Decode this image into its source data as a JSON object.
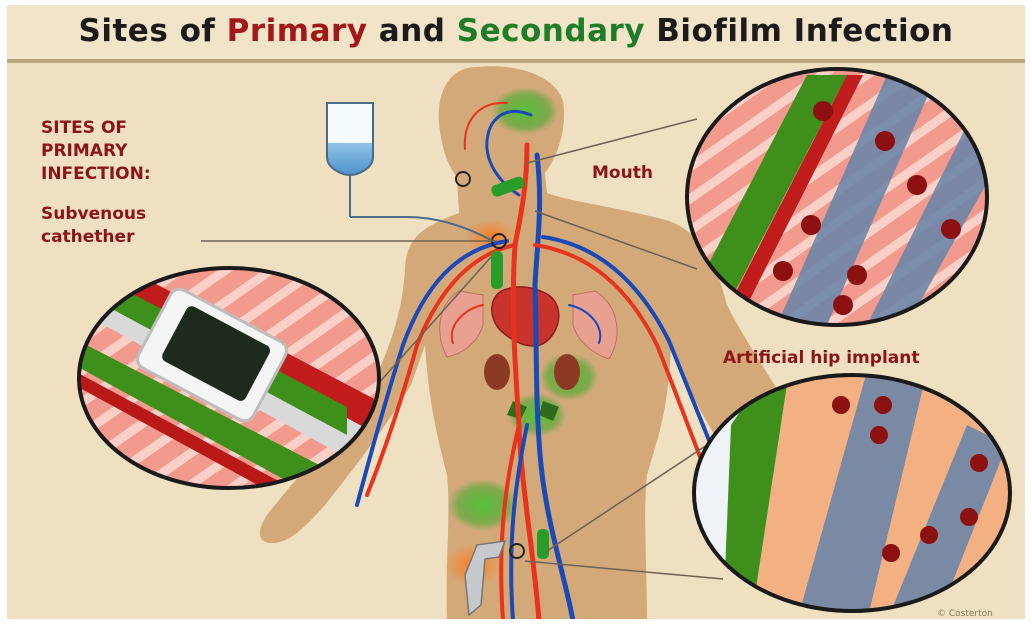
{
  "title": {
    "part1": "Sites of ",
    "primary": "Primary",
    "part2": " and ",
    "secondary": "Secondary",
    "part3": " Biofilm Infection"
  },
  "labels": {
    "sites_of_primary": "SITES OF PRIMARY INFECTION:",
    "catheter": "Subvenous cathether",
    "mouth": "Mouth",
    "hip": "Artificial hip implant"
  },
  "credit": "© Costerton",
  "colors": {
    "background": "#f0e0c2",
    "body_silhouette": "#d3a97a",
    "label_red": "#8c1414",
    "primary_red": "#a11818",
    "secondary_green": "#1f7d28",
    "artery": "#e8341c",
    "vein": "#1c49b8",
    "biofilm": "#3f8f1d"
  }
}
